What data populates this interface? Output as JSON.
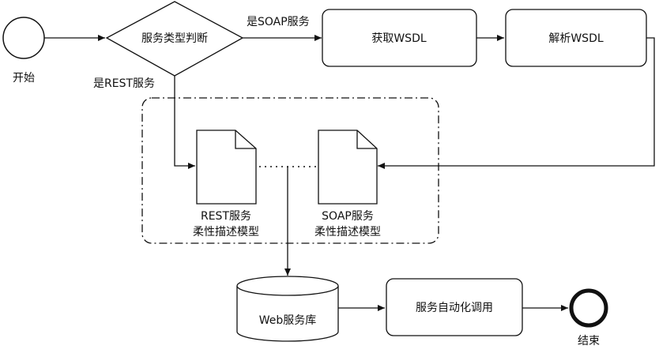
{
  "diagram": {
    "start": {
      "label": "开始"
    },
    "decision": {
      "label": "服务类型判断"
    },
    "edge_soap": {
      "label": "是SOAP服务"
    },
    "edge_rest": {
      "label": "是REST服务"
    },
    "get_wsdl": {
      "label": "获取WSDL"
    },
    "parse_wsdl": {
      "label": "解析WSDL"
    },
    "rest_model": {
      "line1": "REST服务",
      "line2": "柔性描述模型"
    },
    "soap_model": {
      "line1": "SOAP服务",
      "line2": "柔性描述模型"
    },
    "database": {
      "label": "Web服务库"
    },
    "invoke": {
      "label": "服务自动化调用"
    },
    "end": {
      "label": "结束"
    }
  }
}
